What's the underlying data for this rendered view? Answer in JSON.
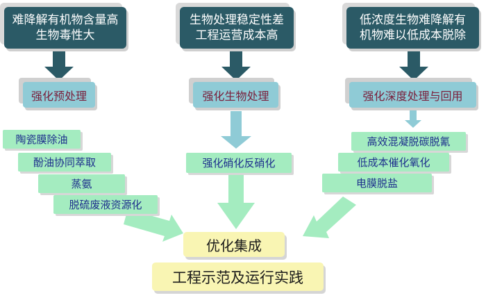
{
  "top_boxes": [
    {
      "line1": "难降解有机物含量高",
      "line2": "生物毒性大"
    },
    {
      "line1": "生物处理稳定性差",
      "line2": "工程运营成本高"
    },
    {
      "line1": "低浓度生物难降解有",
      "line2": "机物难以低成本脱除"
    }
  ],
  "mid_boxes": [
    "强化预处理",
    "强化生物处理",
    "强化深度处理与回用"
  ],
  "left_techniques": [
    "陶瓷膜除油",
    "酚油协同萃取",
    "蒸氨",
    "脱硫废液资源化"
  ],
  "center_technique": "强化硝化反硝化",
  "right_techniques": [
    "高效混凝脱碳脱氰",
    "低成本催化氧化",
    "电膜脱盐"
  ],
  "integration": "优化集成",
  "practice": "工程示范及运行实践",
  "colors": {
    "top_box": "#2b5a66",
    "mid_box": "#8fcbd6",
    "technique_box": "#a4ecc0",
    "result_box": "#f9f5b3",
    "dark_arrow": "#2b5a66",
    "light_arrow": "#8fcbd6",
    "green_arrow": "#a4ecc0"
  }
}
